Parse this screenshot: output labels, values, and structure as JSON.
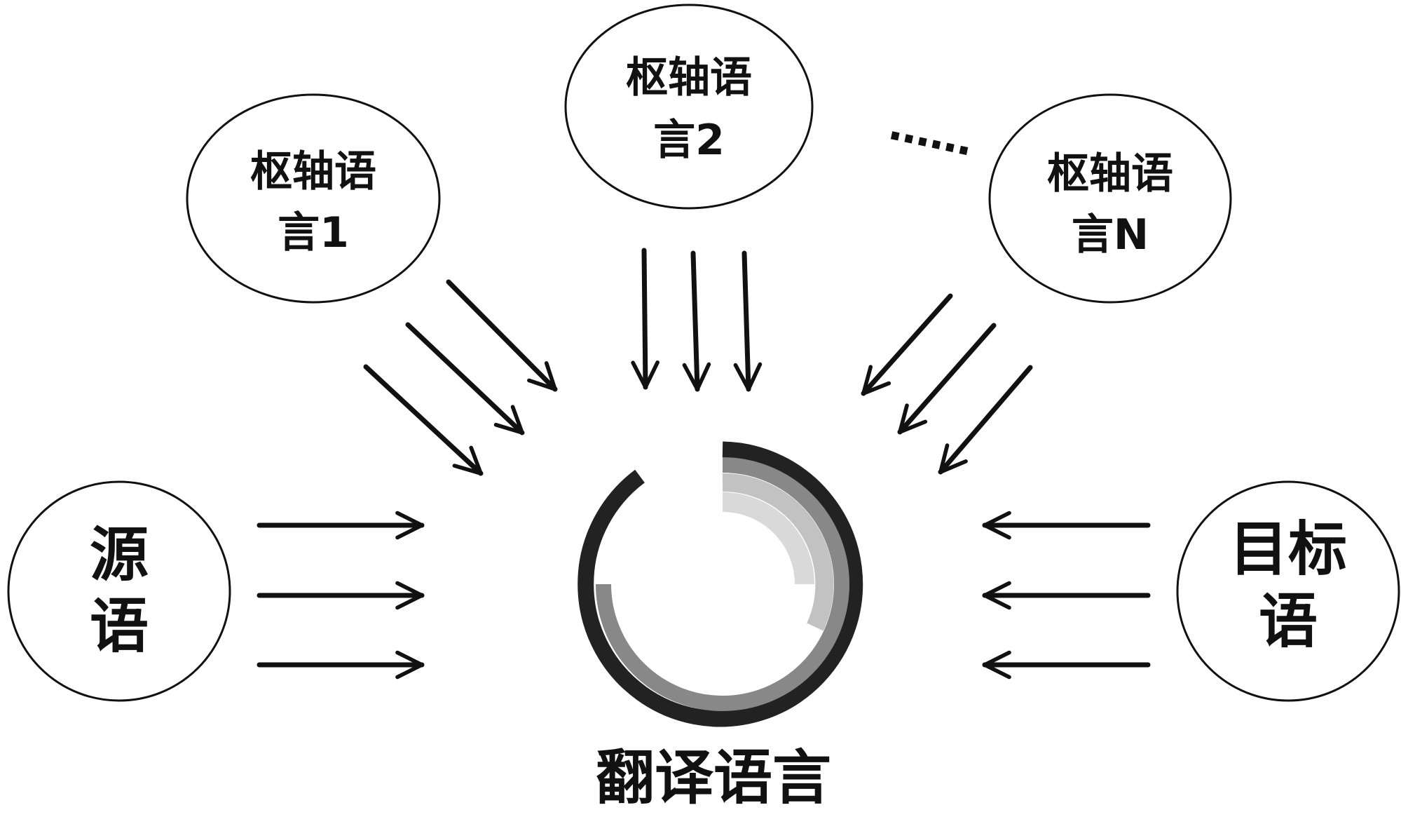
{
  "nodes": {
    "pivot_1": {
      "line1": "枢轴语",
      "line2": "言1"
    },
    "pivot_2": {
      "line1": "枢轴语",
      "line2": "言2"
    },
    "pivot_n": {
      "line1": "枢轴语",
      "line2": "言N"
    },
    "source": {
      "line1": "源",
      "line2": "语"
    },
    "target": {
      "line1": "目标",
      "line2": "语"
    }
  },
  "ellipsis": "……",
  "center_label": "翻译语言"
}
